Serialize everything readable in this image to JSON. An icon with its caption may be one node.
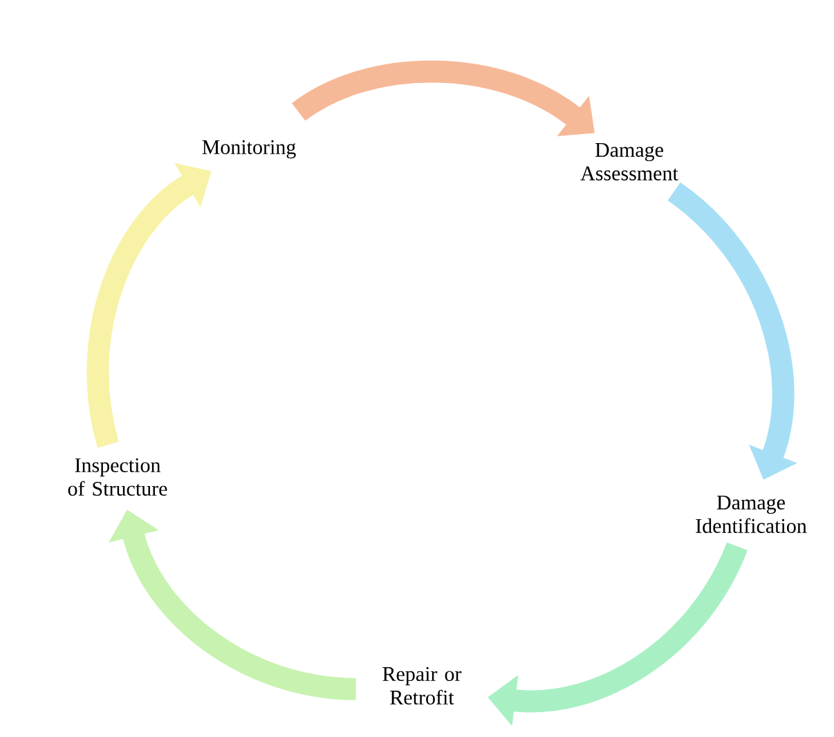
{
  "diagram": {
    "nodes": [
      {
        "text": [
          "Monitoring"
        ]
      },
      {
        "text": [
          "Damage Assessment"
        ]
      },
      {
        "text": [
          "Damage Identification"
        ]
      },
      {
        "text": [
          "Repair or Retrofit"
        ]
      },
      {
        "text": [
          "Inspection of Structure"
        ]
      }
    ],
    "edges": [
      {
        "from": 0,
        "to": 1,
        "arrow": "to",
        "color": "#f6b998"
      },
      {
        "from": 1,
        "to": 2,
        "arrow": "to",
        "color": "#a6dff5"
      },
      {
        "from": 2,
        "to": 3,
        "arrow": "to",
        "color": "#a8f0c4"
      },
      {
        "from": 3,
        "to": 4,
        "arrow": "to",
        "color": "#c8f2b0"
      },
      {
        "from": 4,
        "to": 0,
        "arrow": "to",
        "color": "#f8f2a6"
      }
    ]
  }
}
